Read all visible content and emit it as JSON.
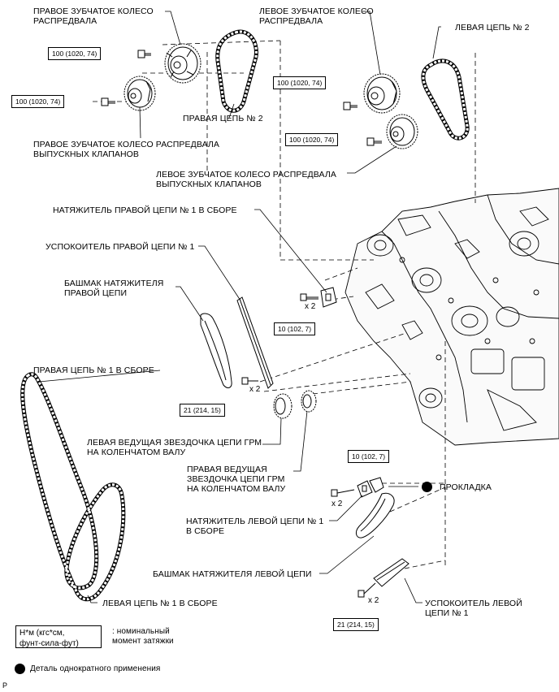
{
  "labels": {
    "right_camshaft_gear": "ПРАВОЕ ЗУБЧАТОЕ КОЛЕСО\nРАСПРЕДВАЛА",
    "left_camshaft_gear": "ЛЕВОЕ ЗУБЧАТОЕ КОЛЕСО\nРАСПРЕДВАЛА",
    "left_chain_2": "ЛЕВАЯ ЦЕПЬ № 2",
    "right_chain_2": "ПРАВАЯ ЦЕПЬ № 2",
    "right_exhaust_camshaft_gear": "ПРАВОЕ ЗУБЧАТОЕ КОЛЕСО РАСПРЕДВАЛА\nВЫПУСКНЫХ КЛАПАНОВ",
    "left_exhaust_camshaft_gear": "ЛЕВОЕ ЗУБЧАТОЕ КОЛЕСО РАСПРЕДВАЛА\nВЫПУСКНЫХ КЛАПАНОВ",
    "right_tensioner_assy": "НАТЯЖИТЕЛЬ ПРАВОЙ ЦЕПИ № 1 В СБОРЕ",
    "right_damper": "УСПОКОИТЕЛЬ ПРАВОЙ ЦЕПИ № 1",
    "right_tensioner_slipper": "БАШМАК НАТЯЖИТЕЛЯ\nПРАВОЙ ЦЕПИ",
    "right_chain_1_assy": "ПРАВАЯ ЦЕПЬ № 1 В СБОРЕ",
    "left_crank_sprocket": "ЛЕВАЯ ВЕДУЩАЯ ЗВЕЗДОЧКА ЦЕПИ ГРМ\nНА КОЛЕНЧАТОМ ВАЛУ",
    "right_crank_sprocket": "ПРАВАЯ ВЕДУЩАЯ\nЗВЕЗДОЧКА ЦЕПИ ГРМ\nНА КОЛЕНЧАТОМ ВАЛУ",
    "gasket": "ПРОКЛАДКА",
    "left_tensioner_assy": "НАТЯЖИТЕЛЬ ЛЕВОЙ ЦЕПИ № 1\nВ СБОРЕ",
    "left_tensioner_slipper": "БАШМАК НАТЯЖИТЕЛЯ ЛЕВОЙ ЦЕПИ",
    "left_chain_1_assy": "ЛЕВАЯ ЦЕПЬ № 1 В СБОРЕ",
    "left_damper": "УСПОКОИТЕЛЬ ЛЕВОЙ\nЦЕПИ № 1"
  },
  "torques": {
    "t100_a": "100 (1020, 74)",
    "t100_b": "100 (1020, 74)",
    "t100_c": "100 (1020, 74)",
    "t100_d": "100 (1020, 74)",
    "t10_a": "10 (102, 7)",
    "t21_a": "21 (214, 15)",
    "t10_b": "10 (102, 7)",
    "t21_b": "21 (214, 15)"
  },
  "multipliers": {
    "m1": "x 2",
    "m2": "x 2",
    "m3": "x 2",
    "m4": "x 2"
  },
  "legend": {
    "units": "Н*м (кгс*см,\nфунт-сила-фут)",
    "units_desc": ": номинальный\nмомент затяжки",
    "single_use": "Деталь однократного применения"
  },
  "corner_mark": "P",
  "colors": {
    "line": "#000000",
    "background": "#ffffff",
    "fill_part": "#ffffff",
    "engine_block": "#1a1a1a"
  }
}
